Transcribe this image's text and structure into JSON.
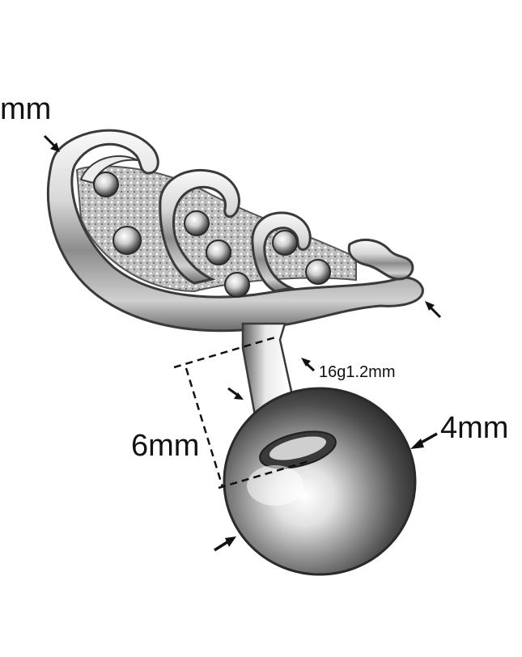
{
  "dimensions": {
    "top_width": "mm",
    "gauge": "16g1.2mm",
    "bar_length": "6mm",
    "ball_size": "4mm"
  },
  "colors": {
    "background": "#ffffff",
    "metal_light": "#f4f4f4",
    "metal_mid": "#b5b5b5",
    "metal_dark": "#4a4a4a",
    "ink": "#111111"
  }
}
